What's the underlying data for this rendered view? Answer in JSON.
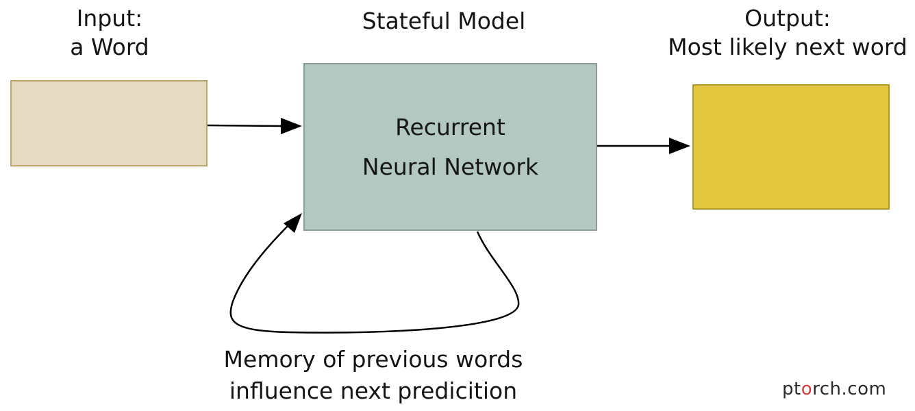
{
  "input": {
    "title_line1": "Input:",
    "title_line2": "a Word"
  },
  "model": {
    "title": "Stateful Model",
    "box_line1": "Recurrent",
    "box_line2": "Neural Network"
  },
  "output": {
    "title_line1": "Output:",
    "title_line2": "Most likely next word"
  },
  "loop": {
    "caption_line1": "Memory of previous words",
    "caption_line2": "influence next predicition"
  },
  "watermark": {
    "prefix": "pt",
    "accent": "o",
    "suffix": "rch.com"
  },
  "colors": {
    "input_box": "#e6dac3",
    "rnn_box": "#b3c8c0",
    "output_box": "#e2c63e",
    "watermark_accent": "#d63b3b"
  }
}
